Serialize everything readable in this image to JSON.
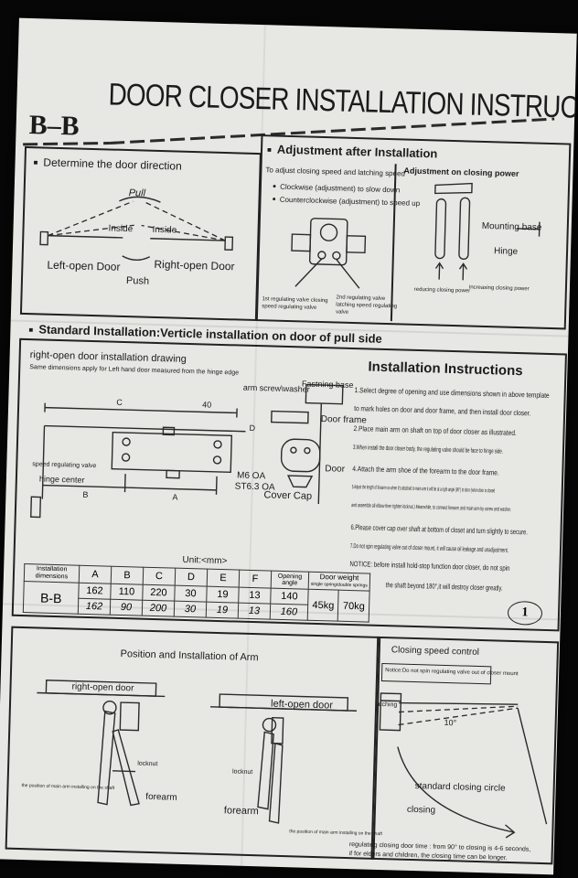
{
  "header": {
    "brand": "B–B",
    "title": "DOOR CLOSER INSTALLATION INSTRUCTIONS"
  },
  "direction": {
    "heading": "Determine the door direction",
    "pull": "Pull",
    "inside_left": "Inside",
    "inside_right": "Inside",
    "left_open": "Left-open Door",
    "right_open": "Right-open Door",
    "push": "Push"
  },
  "adjustment": {
    "heading": "Adjustment after Installation",
    "speed_heading": "To adjust closing speed and latching speed",
    "clockwise": "Clockwise (adjustment) to slow down",
    "counterclockwise": "Counterclockwise (adjustment) to speed up",
    "valve1": "1st regulating valve closing speed regulating valve",
    "valve2": "2nd regulating valve latching speed regulating valve",
    "power_heading": "Adjustment on closing power",
    "mounting_base": "Mounting base",
    "hinge": "Hinge",
    "reducing": "reducing closing power",
    "increasing": "increasing closing power"
  },
  "standard": {
    "heading": "Standard Installation:Verticle installation on door of pull side",
    "drawing_title": "right-open door installation drawing",
    "drawing_sub": "Same dimensions apply for Left hand door measured from the hinge edge",
    "label_c": "C",
    "label_40": "40",
    "label_d": "D",
    "label_b": "B",
    "label_a": "A",
    "speed_valve": "speed regulating valve",
    "hinge_center": "hinge center",
    "m6": "M6 OA",
    "st63": "ST6.3 OA",
    "arm_screw": "arm screw\\washer",
    "fastening_base": "Fastning base",
    "door_frame": "Door frame",
    "door": "Door",
    "cover_cap": "Cover Cap",
    "unit": "Unit:<mm>"
  },
  "dims_table": {
    "header": [
      "Installation dimensions",
      "A",
      "B",
      "C",
      "D",
      "E",
      "F",
      "Opening angle",
      "Door weight"
    ],
    "weight_sub": "single spring/double springs",
    "model": "B-B",
    "row1": [
      "162",
      "110",
      "220",
      "30",
      "19",
      "13",
      "140"
    ],
    "row2": [
      "162",
      "90",
      "200",
      "30",
      "19",
      "13",
      "160"
    ],
    "weights": [
      "45kg",
      "70kg"
    ]
  },
  "instructions": {
    "heading": "Installation Instructions",
    "steps": [
      "1.Select degree of opening and use dimensions shown in above template",
      "to mark holes on door and door frame, and then install door closer.",
      "2.Place main arm on shaft on top of door closer as illustrated.",
      "3.When install the door closer body, the regulating valve should be face to hinge side.",
      "4.Attach the arm shoe of the forearm to the door frame.",
      "5.Adjust the length of forearm so when it's attached to main arm it will be at a right angle (90°) to door (when door is closed",
      "and assemble all elbow then tighten locknut.) Meanwhile, to connect forearm and main arm by screw and washer.",
      "6.Please cover cap over shaft at bottom of closet and turn slightly to secure.",
      "7.Do not spin regulating valve out of closer mount, it will cause oil leakage and unadjustment.",
      "NOTICE: before install hold-stop function door closer, do not spin",
      "the shaft beyond 180°,it will destroy closer greatly."
    ],
    "page_number": "1"
  },
  "arm": {
    "heading": "Position and Installation of Arm",
    "right_open": "right-open door",
    "left_open": "left-open door",
    "locknut1": "locknut",
    "locknut2": "locknut",
    "forearm1": "forearm",
    "forearm2": "forearm",
    "position1": "the position of main arm installing on the shaft",
    "position2": "the position of main arm installing on the shaft"
  },
  "speed": {
    "heading": "Closing speed control",
    "notice": "Notice:Do not spin regulating valve out of closer mount",
    "latching": "latching",
    "angle": "10°",
    "standard_circle": "standard closing circle",
    "closing": "closing",
    "time1": "regulating closing door time : from 90° to closing is 4-6 seconds,",
    "time2": "if for elders and children, the closing time can be longer."
  }
}
